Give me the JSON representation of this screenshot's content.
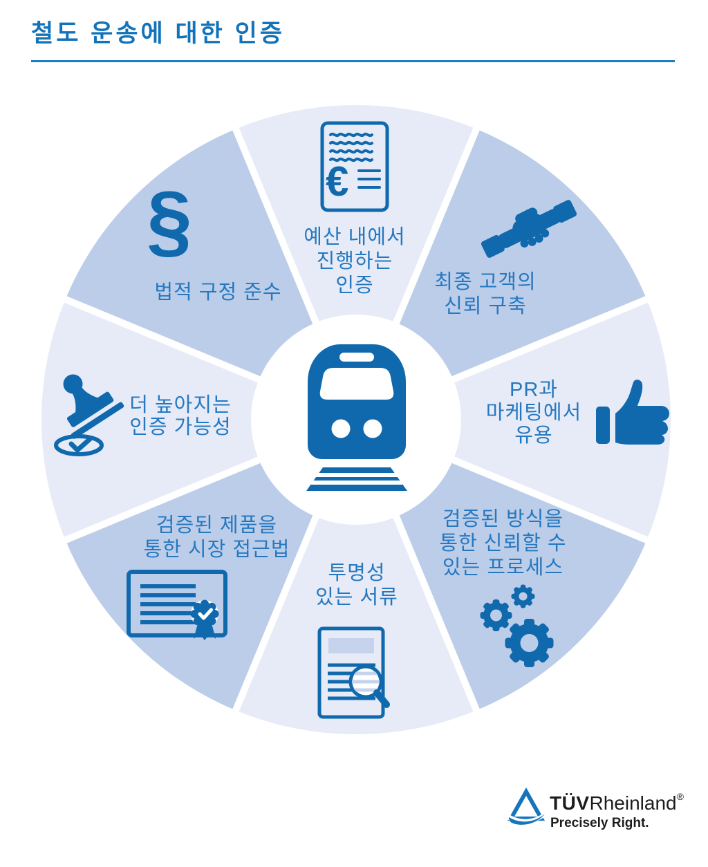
{
  "page_title": "철도 운송에 대한 인증",
  "wheel": {
    "center_icon": "train-icon",
    "euro_symbol": "€",
    "segments": [
      {
        "id": "budget-certification",
        "icon": "euro-document-icon",
        "lines": [
          "예산 내에서",
          "진행하는",
          "인증"
        ]
      },
      {
        "id": "end-customer-trust",
        "icon": "handshake-icon",
        "lines": [
          "최종 고객의",
          "신뢰 구축"
        ]
      },
      {
        "id": "pr-marketing",
        "icon": "thumbs-up-icon",
        "lines": [
          "PR과",
          "마케팅에서",
          "유용"
        ]
      },
      {
        "id": "reliable-process",
        "icon": "gears-icon",
        "lines": [
          "검증된 방식을",
          "통한 신뢰할 수",
          "있는 프로세스"
        ]
      },
      {
        "id": "transparent-documents",
        "icon": "document-magnifier-icon",
        "lines": [
          "투명성",
          "있는 서류"
        ]
      },
      {
        "id": "market-access",
        "icon": "certificate-icon",
        "lines": [
          "검증된 제품을",
          "통한 시장 접근법"
        ]
      },
      {
        "id": "certification-likelihood",
        "icon": "stamp-icon",
        "lines": [
          "더 높아지는",
          "인증 가능성"
        ]
      },
      {
        "id": "legal-compliance",
        "icon": "section-sign-icon",
        "glyph": "§",
        "lines": [
          "법적 구정 준수"
        ]
      }
    ]
  },
  "logo": {
    "brand_bold": "TÜV",
    "brand_regular": "Rheinland",
    "registered_mark": "®",
    "tagline": "Precisely Right."
  },
  "colors": {
    "accent_blue": "#1273ba",
    "icon_blue": "#1069ad",
    "text_blue": "#2578c0",
    "segment_light": "#e6ebf7",
    "segment_dark": "#bccde9"
  }
}
